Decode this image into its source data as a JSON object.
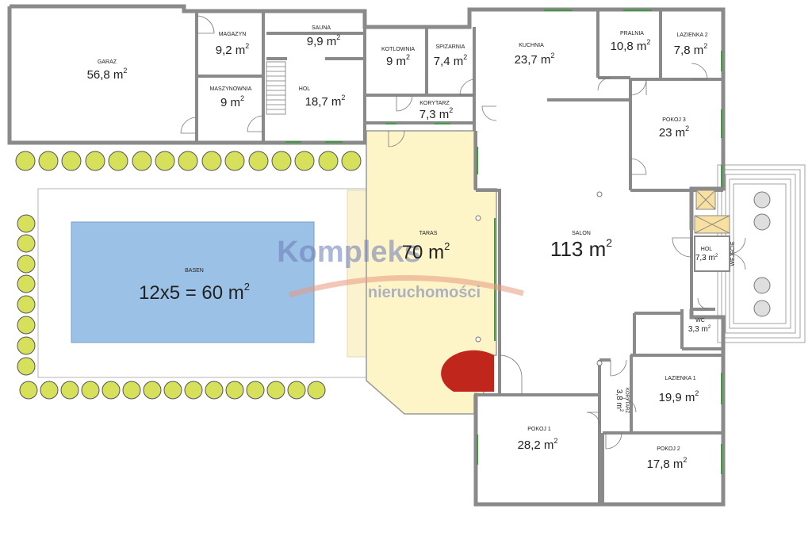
{
  "rooms": {
    "garaz": {
      "name": "GARAZ",
      "area": "56,8 m"
    },
    "magazyn": {
      "name": "MAGAZYN",
      "area": "9,2 m"
    },
    "maszynownia": {
      "name": "MASZYNOWNIA",
      "area": "9 m"
    },
    "sauna": {
      "name": "SAUNA",
      "area": "9,9 m"
    },
    "hol1": {
      "name": "HOL",
      "area": "18,7 m"
    },
    "kotlownia": {
      "name": "KOTLOWNIA",
      "area": "9 m"
    },
    "spizarnia": {
      "name": "SPIZARNIA",
      "area": "7,4 m"
    },
    "korytarz1": {
      "name": "KORYTARZ",
      "area": "7,3 m"
    },
    "kuchnia": {
      "name": "KUCHNIA",
      "area": "23,7 m"
    },
    "pralnia": {
      "name": "PRALNIA",
      "area": "10,8 m"
    },
    "lazienka2": {
      "name": "LAZIENKA 2",
      "area": "7,8 m"
    },
    "pokoj3": {
      "name": "POKOJ 3",
      "area": "23 m"
    },
    "taras": {
      "name": "TARAS",
      "area": "70 m"
    },
    "salon": {
      "name": "SALON",
      "area": "113 m"
    },
    "hol2": {
      "name": "HOL",
      "area": "7,3 m"
    },
    "wejscie": {
      "name": "WEJSCIE"
    },
    "wc": {
      "name": "WC",
      "area": "3,3 m"
    },
    "lazienka1": {
      "name": "LAZIENKA 1",
      "area": "19,9 m"
    },
    "korytarz2": {
      "name": "KORYTARZ",
      "area": "3,8 m"
    },
    "pokoj1": {
      "name": "POKOJ 1",
      "area": "28,2 m"
    },
    "pokoj2": {
      "name": "POKOJ 2",
      "area": "17,8 m"
    },
    "basen": {
      "name": "BASEN",
      "area": "12x5 = 60 m"
    }
  },
  "superscript": "2",
  "watermark": {
    "brand": "Kompleks",
    "sub": "nieruchomości"
  },
  "colors": {
    "pool": "#9bc1e6",
    "terrace": "#fdf5c8",
    "wall": "#8a8a8a",
    "bush": "#d6e05a",
    "window": "#3f9b3f",
    "accent": "#c0261b",
    "watermark_text": "#6a7bb5",
    "watermark_arc": "#e89a80"
  }
}
